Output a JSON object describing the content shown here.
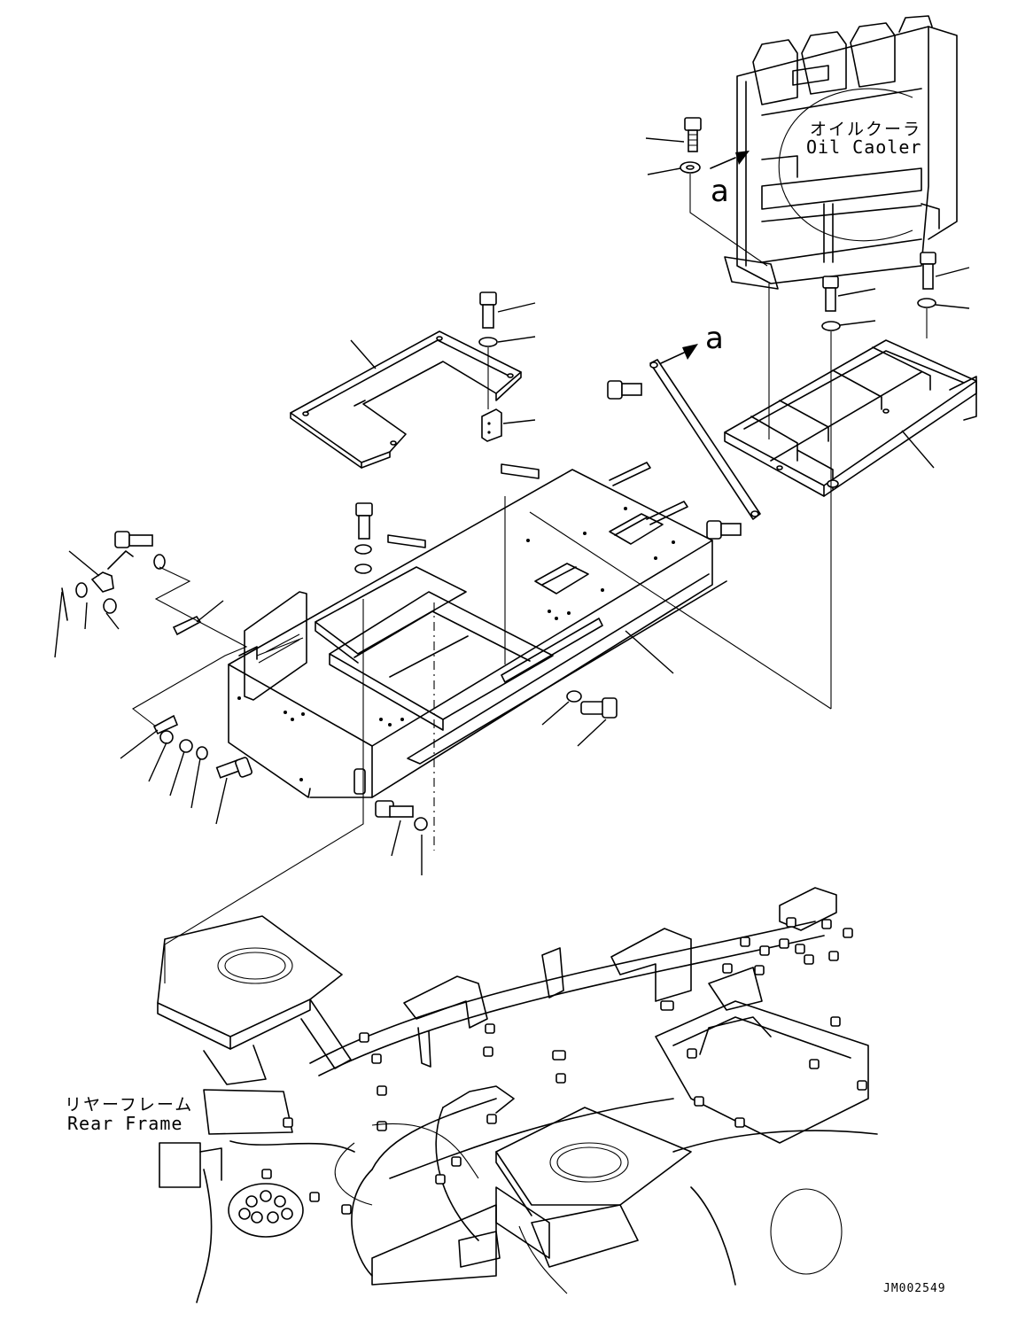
{
  "labels": {
    "oil_cooler_jp": "オイルクーラ",
    "oil_cooler_en": "Oil Caoler",
    "view_marker_a": "a",
    "rear_frame_jp": "リヤーフレーム",
    "rear_frame_en": "Rear Frame",
    "drawing_code": "JM002549"
  },
  "icons": [
    "bolt-icon",
    "washer-icon",
    "bracket-icon",
    "arrow-icon"
  ],
  "colors": {
    "line": "#000000",
    "background": "#ffffff"
  }
}
